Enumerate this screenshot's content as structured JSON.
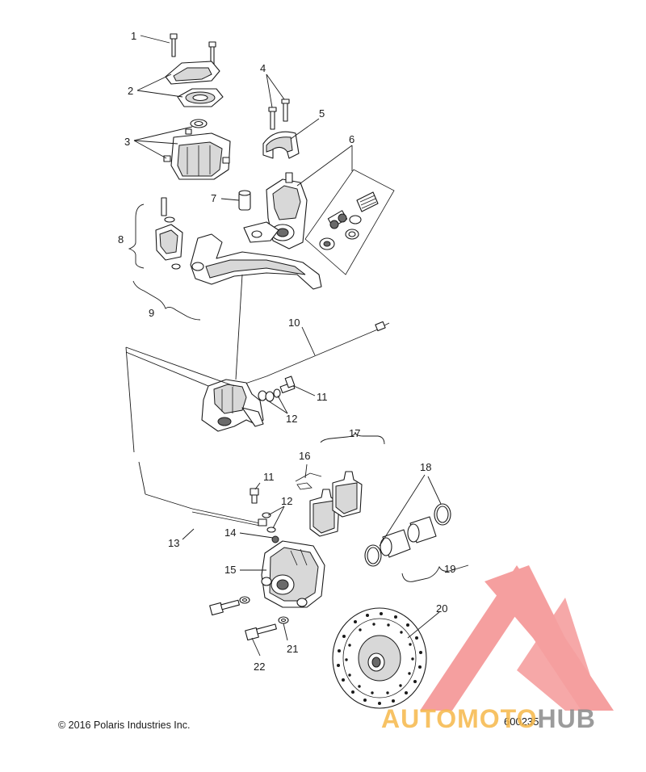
{
  "diagram": {
    "callouts": [
      "1",
      "2",
      "3",
      "4",
      "5",
      "6",
      "7",
      "8",
      "9",
      "10",
      "11",
      "12",
      "11",
      "12",
      "13",
      "14",
      "15",
      "16",
      "17",
      "18",
      "19",
      "20",
      "21",
      "22"
    ],
    "copyright": "© 2016 Polaris Industries Inc.",
    "reference_number": "600235"
  },
  "watermark": {
    "text_part1": "AUTOMOTO",
    "text_part2": "HUB",
    "color_primary": "#f28080",
    "color_text_orange": "#f6b84a",
    "color_text_grey": "#8a8a8a"
  }
}
